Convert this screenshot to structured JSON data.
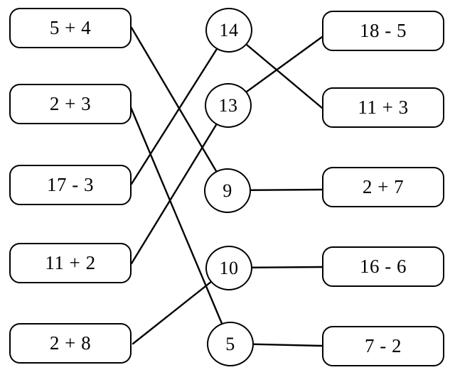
{
  "page": {
    "background_color": "#ffffff",
    "ink_color": "#000000",
    "description": "Math matching worksheet: expressions matched to their values by lines"
  },
  "worksheet": {
    "left_column": [
      {
        "label": "5 + 4"
      },
      {
        "label": "2 + 3"
      },
      {
        "label": "17 - 3"
      },
      {
        "label": "11 + 2"
      },
      {
        "label": "2 + 8"
      }
    ],
    "middle_column": [
      {
        "label": "14"
      },
      {
        "label": "13"
      },
      {
        "label": "9"
      },
      {
        "label": "10"
      },
      {
        "label": "5"
      }
    ],
    "right_column": [
      {
        "label": "18 - 5"
      },
      {
        "label": "11 + 3"
      },
      {
        "label": "2 + 7"
      },
      {
        "label": "16 - 6"
      },
      {
        "label": "7 - 2"
      }
    ],
    "connections": {
      "left_to_middle": [
        {
          "from": "5 + 4",
          "to": "9"
        },
        {
          "from": "2 + 3",
          "to": "5"
        },
        {
          "from": "17 - 3",
          "to": "14"
        },
        {
          "from": "11 + 2",
          "to": "13"
        },
        {
          "from": "2 + 8",
          "to": "10"
        }
      ],
      "middle_to_right": [
        {
          "from": "14",
          "to": "11 + 3"
        },
        {
          "from": "13",
          "to": "18 - 5"
        },
        {
          "from": "9",
          "to": "2 + 7"
        },
        {
          "from": "10",
          "to": "16 - 6"
        },
        {
          "from": "5",
          "to": "7 - 2"
        }
      ]
    }
  }
}
